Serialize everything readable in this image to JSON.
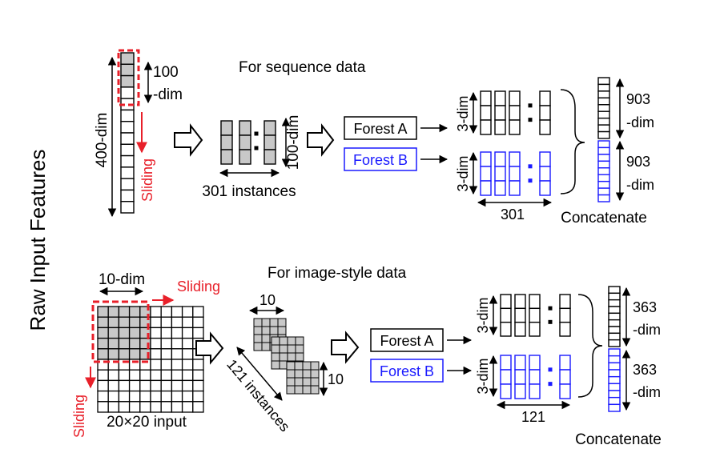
{
  "side_title": "Raw Input Features",
  "colors": {
    "black": "#000000",
    "red": "#e8202a",
    "blue": "#1a1aff",
    "gray": "#c8c8c8",
    "white": "#ffffff"
  },
  "sequence": {
    "title": "For sequence data",
    "input_dim": "400-dim",
    "window_dim_top": "100",
    "window_dim_bottom": "-dim",
    "sliding": "Sliding",
    "instances_dim": "100-dim",
    "instances_count": "301 instances",
    "forest_a": "Forest A",
    "forest_b": "Forest B",
    "class_dim_a": "3-dim",
    "class_dim_b": "3-dim",
    "vector_count": "301",
    "concat_dim_a_top": "903",
    "concat_dim_a_bottom": "-dim",
    "concat_dim_b_top": "903",
    "concat_dim_b_bottom": "-dim",
    "concatenate": "Concatenate"
  },
  "image": {
    "title": "For image-style data",
    "window_dim": "10-dim",
    "sliding_h": "Sliding",
    "sliding_v": "Sliding",
    "input_label": "20×20 input",
    "patch_top": "10",
    "patch_side": "10",
    "instances_count": "121 instances",
    "forest_a": "Forest A",
    "forest_b": "Forest B",
    "class_dim_a": "3-dim",
    "class_dim_b": "3-dim",
    "vector_count": "121",
    "concat_dim_a_top": "363",
    "concat_dim_a_bottom": "-dim",
    "concat_dim_b_top": "363",
    "concat_dim_b_bottom": "-dim",
    "concatenate": "Concatenate"
  }
}
